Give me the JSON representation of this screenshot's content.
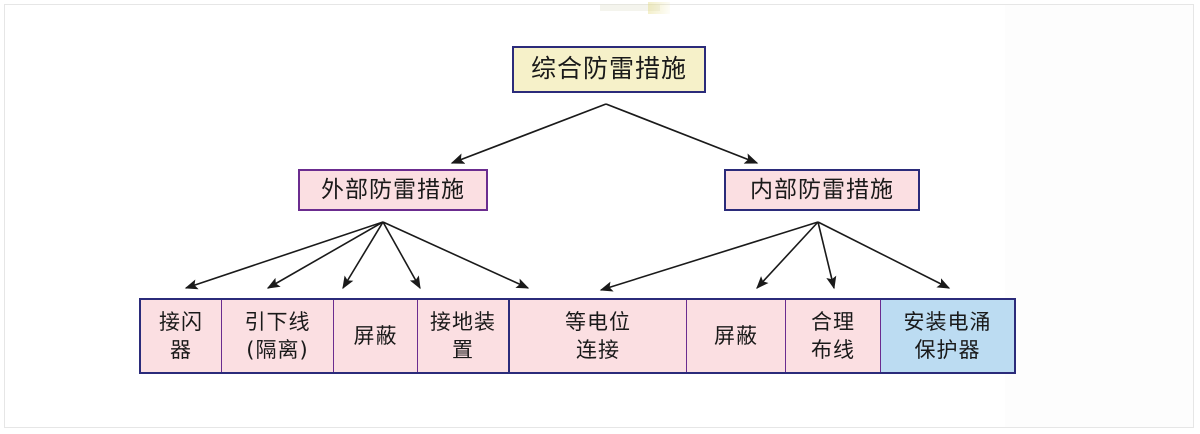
{
  "diagram": {
    "title_text": "综合防雷措施",
    "root": {
      "label": "综合防雷措施",
      "fill": "#f6f1c9",
      "border": "#2b2b7a"
    },
    "branches": [
      {
        "id": "outer",
        "label": "外部防雷措施",
        "fill": "#fbdfe2",
        "border": "#6b2c8f"
      },
      {
        "id": "inner",
        "label": "内部防雷措施",
        "fill": "#fbdfe2",
        "border": "#2b2b7a"
      }
    ],
    "leaves": [
      {
        "id": "jie-shan-qi",
        "label": "接闪\n器",
        "parent": "outer",
        "fill": "#fbdfe2"
      },
      {
        "id": "yin-xia-xian",
        "label": "引下线\n(隔离)",
        "parent": "outer",
        "fill": "#fbdfe2"
      },
      {
        "id": "ping-bi-outer",
        "label": "屏蔽",
        "parent": "outer",
        "fill": "#fbdfe2"
      },
      {
        "id": "jie-di-zhuang-zhi",
        "label": "接地装\n置",
        "parent": "outer",
        "fill": "#fbdfe2"
      },
      {
        "id": "deng-dian-wei",
        "label": "等电位\n连接",
        "parent": "inner",
        "fill": "#fbdfe2"
      },
      {
        "id": "ping-bi-inner",
        "label": "屏蔽",
        "parent": "inner",
        "fill": "#fbdfe2"
      },
      {
        "id": "he-li-bu-xian",
        "label": "合理\n布线",
        "parent": "inner",
        "fill": "#fbdfe2"
      },
      {
        "id": "spd",
        "label": "安装电涌\n保护器",
        "parent": "inner",
        "fill": "#bcdcf2"
      }
    ],
    "colors": {
      "arrow": "#1a1a1a",
      "outline_navy": "#2b2b7a",
      "outline_purple": "#6b2c8f",
      "pink_fill": "#fbdfe2",
      "blue_fill": "#bcdcf2",
      "yellow_fill": "#f6f1c9",
      "page_background": "#ffffff"
    }
  }
}
